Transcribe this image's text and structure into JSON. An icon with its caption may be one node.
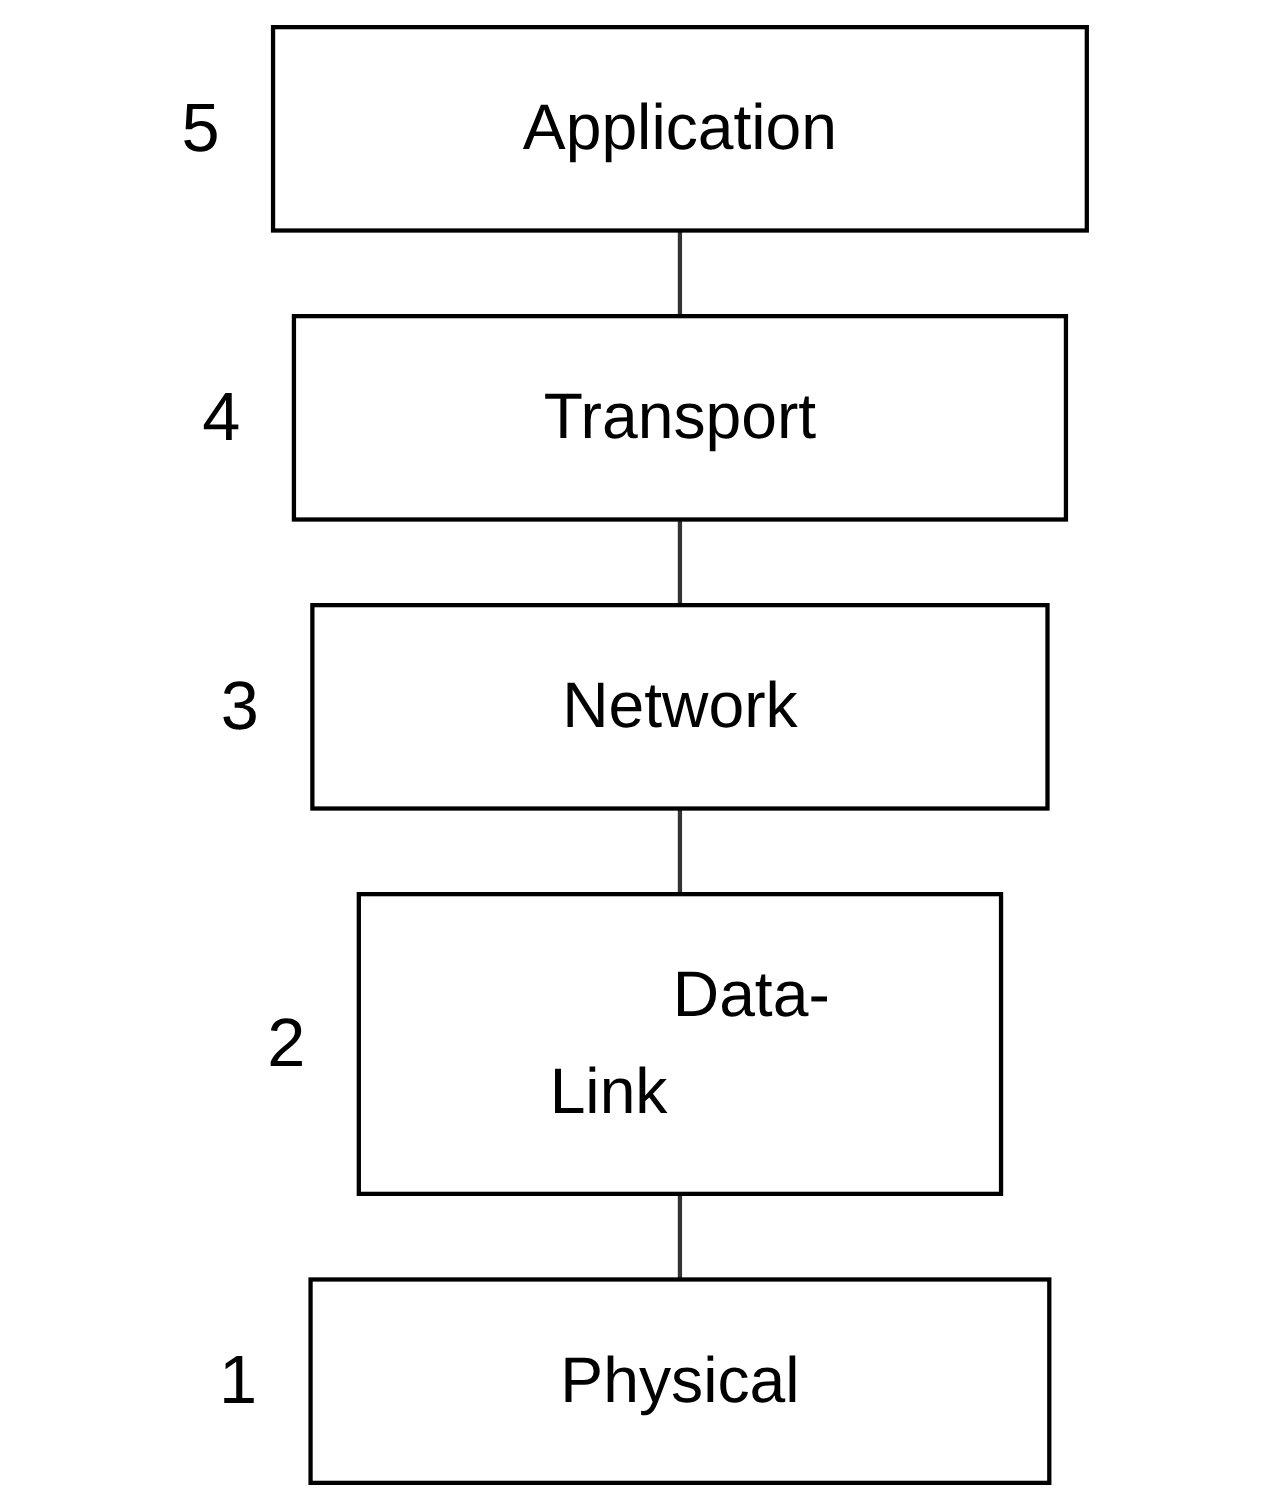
{
  "diagram": {
    "nodes": [
      {
        "text": [
          "Application"
        ],
        "beside": [
          "5"
        ]
      },
      {
        "text": [
          "Transport"
        ],
        "beside": [
          "4"
        ]
      },
      {
        "text": [
          "Network"
        ],
        "beside": [
          "3"
        ]
      },
      {
        "text": [
          "Data-Link"
        ],
        "beside": [
          "2"
        ]
      },
      {
        "text": [
          "Physical"
        ],
        "beside": [
          "1"
        ]
      }
    ],
    "edges": [
      {
        "from": 0,
        "to": 1,
        "arrow": "none"
      },
      {
        "from": 1,
        "to": 2,
        "arrow": "none"
      },
      {
        "from": 2,
        "to": 3,
        "arrow": "none"
      },
      {
        "from": 3,
        "to": 4,
        "arrow": "none"
      }
    ]
  }
}
